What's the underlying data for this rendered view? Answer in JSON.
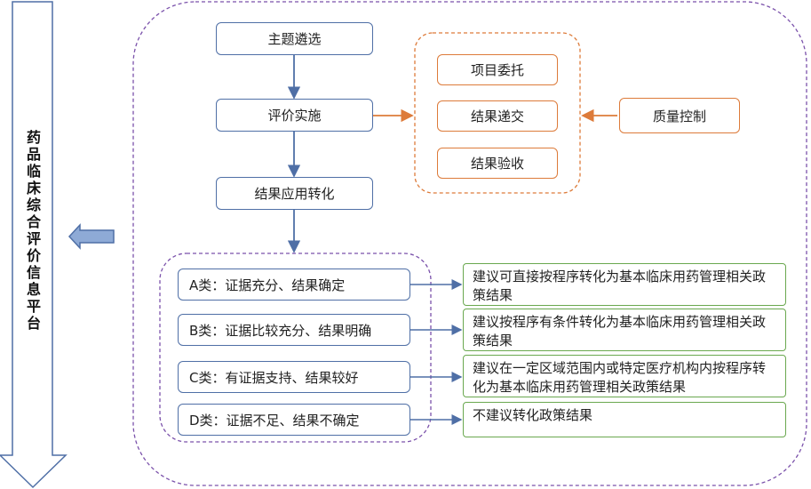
{
  "platform_label": "药品临床综合评价信息平台",
  "process_steps": [
    "主题遴选",
    "评价实施",
    "结果应用转化"
  ],
  "management_items": [
    "项目委托",
    "结果递交",
    "结果验收"
  ],
  "quality_control": "质量控制",
  "categories": [
    {
      "label": "A类：证据充分、结果确定",
      "recommendation": "建议可直接按程序转化为基本临床用药管理相关政策结果"
    },
    {
      "label": "B类：证据比较充分、结果明确",
      "recommendation": "建议按程序有条件转化为基本临床用药管理相关政策结果"
    },
    {
      "label": "C类：有证据支持、结果较好",
      "recommendation": "建议在一定区域范围内或特定医疗机构内按程序转化为基本临床用药管理相关政策结果"
    },
    {
      "label": "D类：证据不足、结果不确定",
      "recommendation": "不建议转化政策结果"
    }
  ],
  "colors": {
    "process": "#4f6fa6",
    "management": "#dd7b3a",
    "recommendation": "#6aa84f",
    "frame": "#7b52ab"
  }
}
